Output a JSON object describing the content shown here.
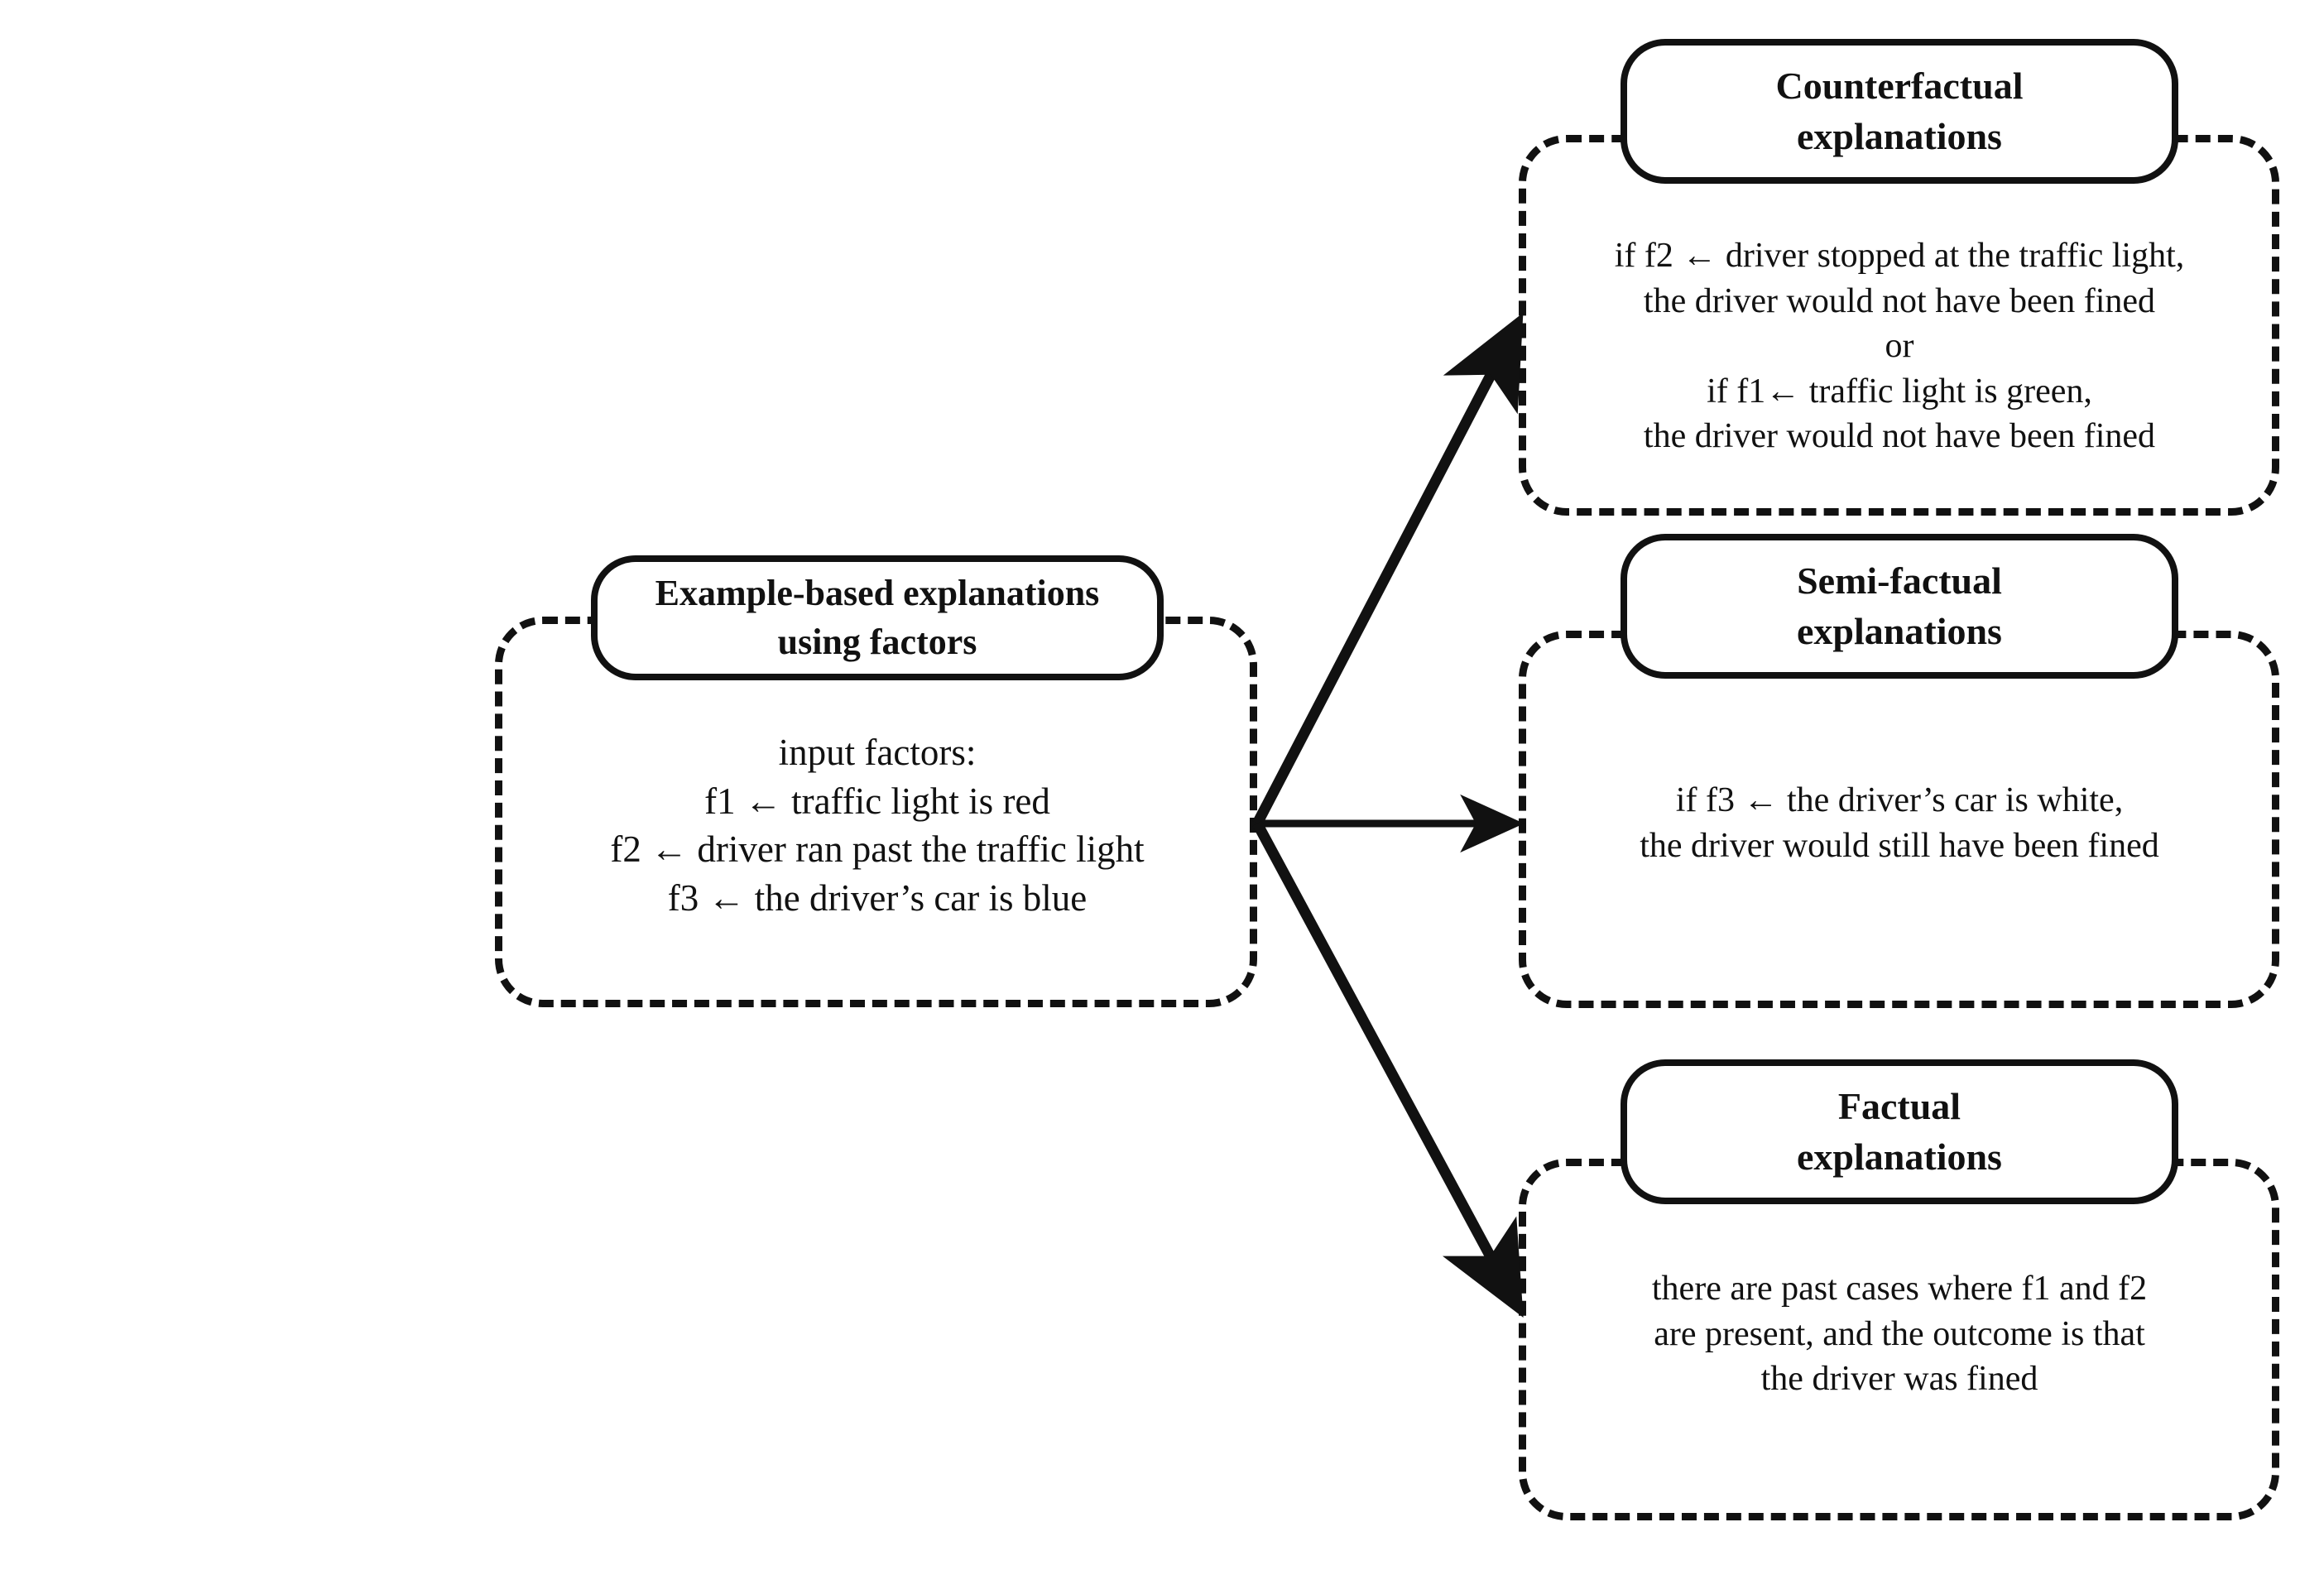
{
  "diagram": {
    "title": "Example-based explanations using factors",
    "colors": {
      "stroke": "#111111",
      "background": "#ffffff",
      "text": "#111111"
    },
    "source_node": {
      "header_lines": [
        "Example-based explanations",
        "using factors"
      ],
      "body_lines": [
        "input factors:",
        "f1 ← traffic light is red",
        "f2 ← driver ran past the traffic light",
        "f3 ← the driver’s car is blue"
      ]
    },
    "target_nodes": [
      {
        "id": "counterfactual",
        "header_lines": [
          "Counterfactual",
          "explanations"
        ],
        "body_lines": [
          "if f2 ← driver stopped at the traffic light,",
          "the driver would not have been fined",
          "or",
          "if f1← traffic light is green,",
          "the driver would not have been fined"
        ]
      },
      {
        "id": "semifactual",
        "header_lines": [
          "Semi-factual",
          "explanations"
        ],
        "body_lines": [
          "if f3 ← the driver’s car is white,",
          "the driver would still have been fined"
        ]
      },
      {
        "id": "factual",
        "header_lines": [
          "Factual",
          "explanations"
        ],
        "body_lines": [
          "there are past cases where f1 and f2",
          "are present, and the outcome is that",
          "the driver was fined"
        ]
      }
    ],
    "connectors": [
      {
        "name": "arrow-to-counterfactual",
        "from": "source_node",
        "to": "counterfactual",
        "style": "solid-arrow"
      },
      {
        "name": "arrow-to-semifactual",
        "from": "source_node",
        "to": "semifactual",
        "style": "solid-arrow"
      },
      {
        "name": "arrow-to-factual",
        "from": "source_node",
        "to": "factual",
        "style": "solid-arrow"
      }
    ]
  }
}
